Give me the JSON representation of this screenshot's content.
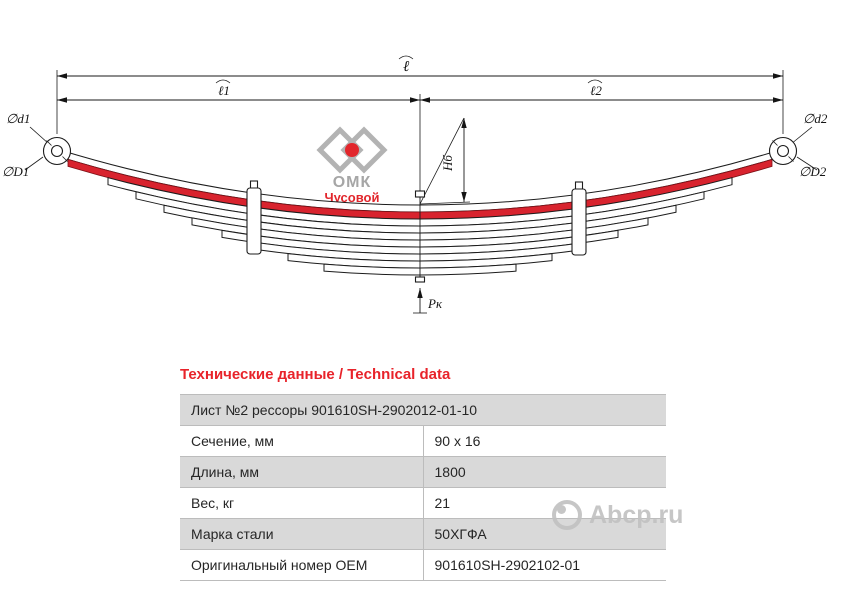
{
  "drawing": {
    "labels": {
      "l": "ℓ",
      "l1": "ℓ1",
      "l2": "ℓ2",
      "d1": "∅d1",
      "D1": "∅D1",
      "d2": "∅d2",
      "D2": "∅D2",
      "hb": "Hб",
      "pk": "Pк"
    },
    "logo": {
      "line1": "ОМК",
      "line2": "Чусовой"
    },
    "colors": {
      "highlight_leaf": "#d8232e",
      "logo_red": "#e2262c",
      "logo_grey": "#a6a6a6",
      "title_red": "#e8232a",
      "table_grey": "#d9d9d9"
    }
  },
  "table": {
    "title": "Технические данные / Technical data",
    "header": "Лист №2 рессоры 901610SH-2902012-01-10",
    "rows": [
      {
        "label": "Сечение, мм",
        "value": "90 x 16"
      },
      {
        "label": "Длина, мм",
        "value": "1800"
      },
      {
        "label": "Вес, кг",
        "value": "21"
      },
      {
        "label": "Марка стали",
        "value": "50ХГФА"
      },
      {
        "label": "Оригинальный номер OEM",
        "value": "901610SH-2902102-01"
      }
    ]
  },
  "watermark": {
    "text": "Abcp.ru"
  }
}
